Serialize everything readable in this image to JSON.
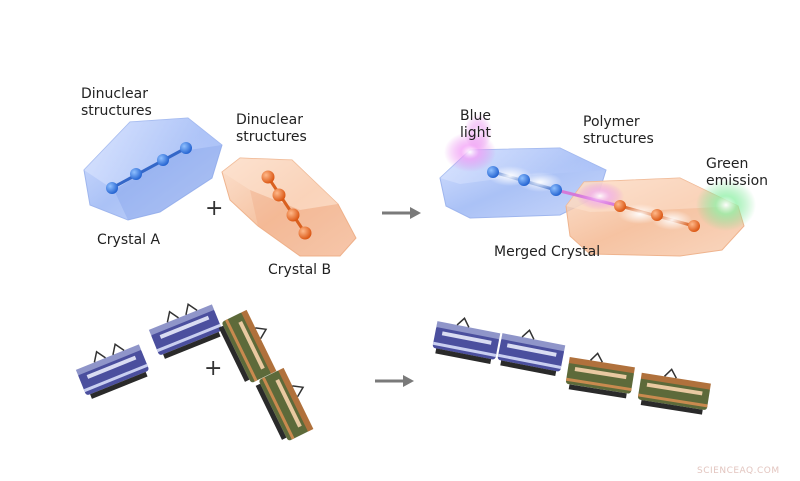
{
  "labels": {
    "dinuclear_a": "Dinuclear\nstructures",
    "dinuclear_b": "Dinuclear\nstructures",
    "crystal_a": "Crystal A",
    "crystal_b": "Crystal B",
    "blue_light": "Blue\nlight",
    "polymer": "Polymer\nstructures",
    "green_emission": "Green\nemission",
    "merged": "Merged Crystal"
  },
  "symbols": {
    "plus_top": "+",
    "plus_bottom": "+"
  },
  "watermark": "SCIENCEAQ.COM",
  "colors": {
    "crystal_a": "#8fb0f5",
    "crystal_b": "#f3b58c",
    "atom_blue": "#2f6fdc",
    "atom_orange": "#e8651e",
    "arrow": "#7a7a7a",
    "loco_blue": "#4b4f9e",
    "loco_green": "#5d6a3a",
    "loco_orange": "#b0713c",
    "glow_pink": "#e27ae8",
    "glow_green": "#6fe08a",
    "watermark": "#e3c6c0"
  }
}
